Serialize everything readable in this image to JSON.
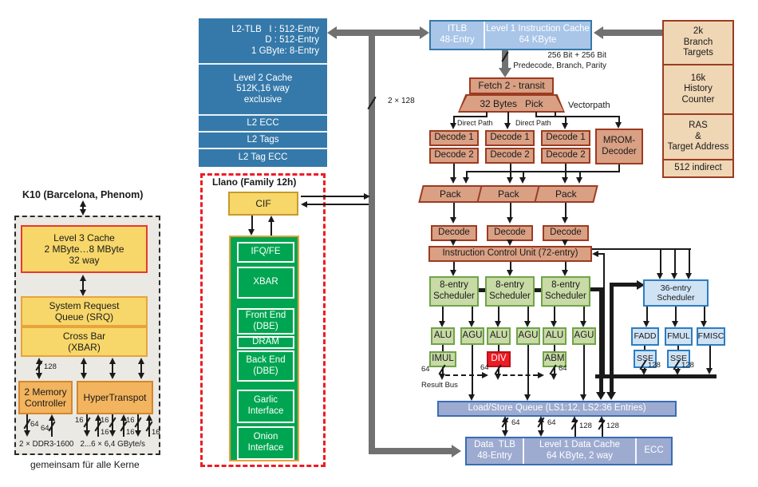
{
  "colors": {
    "l2_blue": "#3579aa",
    "light_blue": "#a9c5e8",
    "periwinkle": "#9dabd0",
    "tan": "#efd6b5",
    "salmon": "#d9a084",
    "dark_red_border": "#9c3b22",
    "green_box": "#c8daa6",
    "red_div": "#ed1c24",
    "fp_blue": "#cfe3f5",
    "yellow": "#f7d76a",
    "orange": "#f2b45e",
    "llano_green": "#00a551",
    "bus_gray": "#717171"
  },
  "l2": {
    "tlb": "L2-TLB   I : 512-Entry\nD : 512-Entry\n1 GByte: 8-Entry",
    "cache": "Level 2 Cache\n512K,16 way\nexclusive",
    "ecc": "L2 ECC",
    "tags": "L2 Tags",
    "tag_ecc": "L2 Tag ECC"
  },
  "itlb": {
    "left": "ITLB\n48-Entry",
    "right": "Level 1 Instruction Cache\n64 KByte"
  },
  "branch": {
    "c1": "2k\nBranch\nTargets",
    "c2": "16k\nHistory\nCounter",
    "c3": "RAS\n&\nTarget Address",
    "c4": "512 indirect"
  },
  "notes": {
    "predecode": "256 Bit + 256 Bit\nPredecode, Branch, Parity",
    "bus2x128": "2 × 128",
    "vectorpath": "Vectorpath",
    "direct_path": "Direct Path",
    "result_bus": "Result Bus"
  },
  "fetch": {
    "transit": "Fetch 2 - transit",
    "pick": "32 Bytes   Pick"
  },
  "decode": {
    "d1": "Decode 1",
    "d2": "Decode 2",
    "mrom": "MROM-\nDecoder",
    "pack": "Pack",
    "decode": "Decode",
    "icu": "Instruction Control Unit (72-entry)"
  },
  "exec": {
    "sched8": "8-entry\nScheduler",
    "alu": "ALU",
    "agu": "AGU",
    "imul": "IMUL",
    "div": "DIV",
    "abm": "ABM"
  },
  "fp": {
    "sched36": "36-entry\nScheduler",
    "fadd": "FADD",
    "fmul": "FMUL",
    "fmisc": "FMISC",
    "sse": "SSE"
  },
  "mem": {
    "lsq": "Load/Store Queue (LS1:12, LS2:36 Entries)",
    "dtlb": "Data  TLB\n48-Entry",
    "l1d": "Level 1 Data Cache\n64 KByte, 2 way",
    "ecc": "ECC"
  },
  "widths": {
    "w64": "64",
    "w128": "128",
    "w16": "16"
  },
  "k10": {
    "title": "K10 (Barcelona, Phenom)",
    "l3": "Level 3 Cache\n2 MByte…8 MByte\n32 way",
    "srq": "System Request\nQueue (SRQ)",
    "xbar": "Cross Bar\n(XBAR)",
    "mem_ctrl": "2 Memory\nController",
    "hypertransport": "HyperTranspot",
    "ddr": "2 × DDR3-1600   2...6 × 6,4 GByte/s",
    "shared_note": "gemeinsam für alle Kerne"
  },
  "llano": {
    "title": "Llano (Family 12h)",
    "cif": "CIF",
    "ifq": "IFQ/FE",
    "xbar": "XBAR",
    "frontend": "Front End\n(DBE)",
    "dram": "DRAM",
    "backend": "Back End\n(DBE)",
    "garlic": "Garlic\nInterface",
    "onion": "Onion\nInterface"
  }
}
